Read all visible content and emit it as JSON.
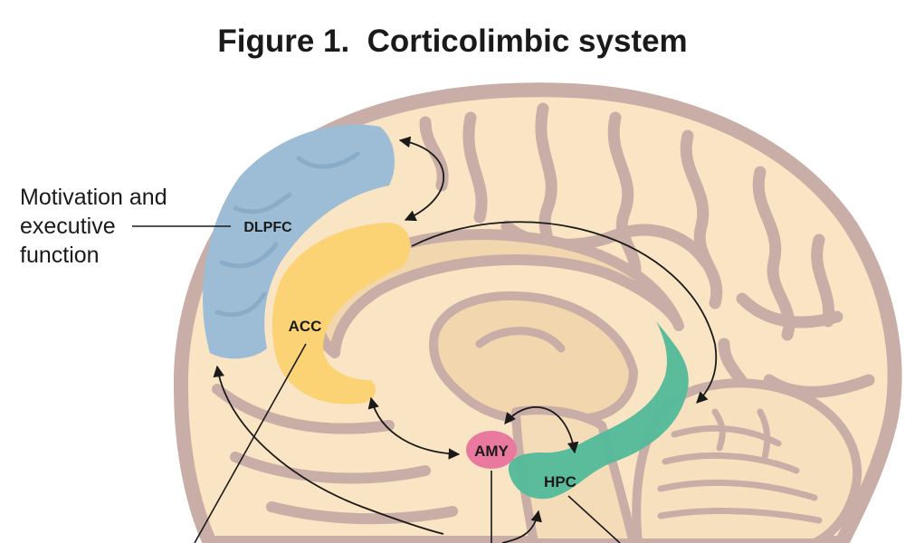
{
  "title": "Figure 1.  Corticolimbic system",
  "annotation": {
    "lines": [
      "Motivation and",
      "executive",
      "function"
    ]
  },
  "regions": {
    "dlpfc": "DLPFC",
    "acc": "ACC",
    "amy": "AMY",
    "hpc": "HPC"
  },
  "colors": {
    "brain_fill": "#f9e4c3",
    "brain_outline": "#c9aea7",
    "dlpfc": "#9dbdd7",
    "acc": "#fbd374",
    "amy": "#e9799e",
    "hpc": "#52b99a",
    "arrow": "#1a1a1a"
  }
}
